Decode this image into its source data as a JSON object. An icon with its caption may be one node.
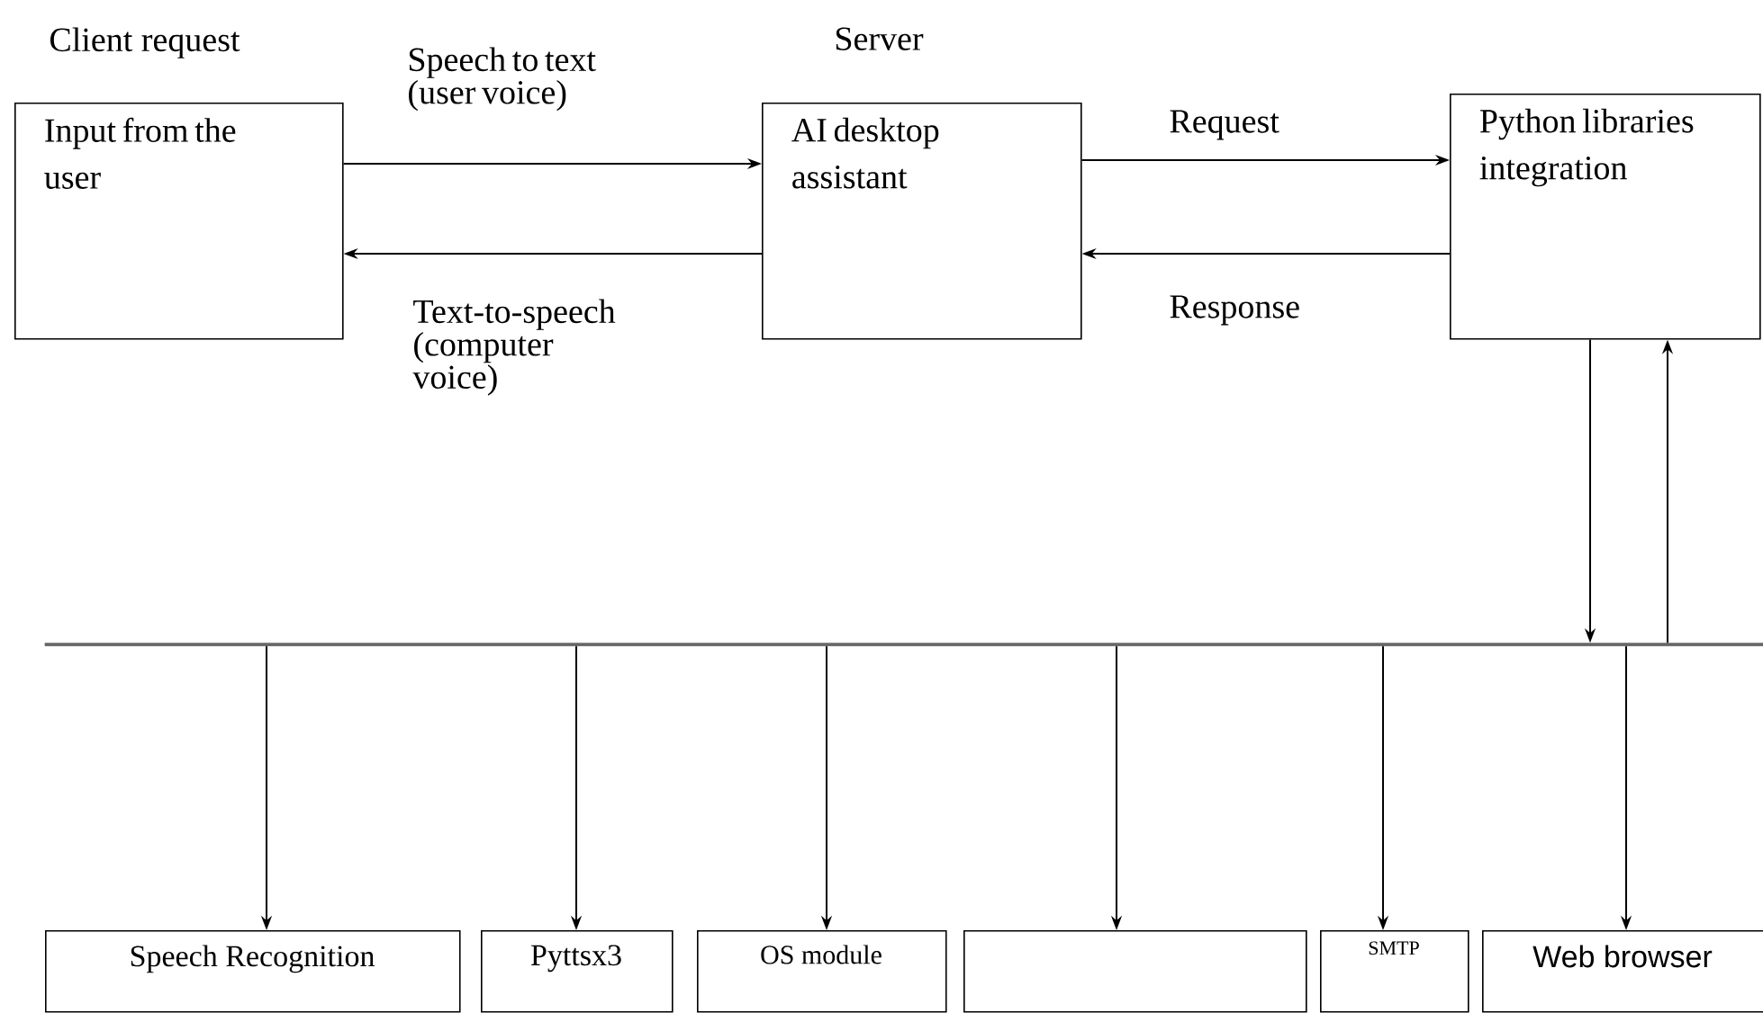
{
  "diagram": {
    "nodes": [
      {
        "text": [
          "Input from the user"
        ],
        "beside": [
          "Client request"
        ]
      },
      {
        "text": [
          "AI desktop assistant"
        ],
        "beside": [
          "Server"
        ]
      },
      {
        "text": [
          "Python libraries integration"
        ]
      },
      {
        "text": [],
        "shape": "bar"
      },
      {
        "text": [
          "Speech Recognition"
        ]
      },
      {
        "text": [
          "Pyttsx3"
        ]
      },
      {
        "text": [
          "OS module"
        ]
      },
      {
        "text": [],
        "shape": "box"
      },
      {
        "text": [
          "SMTP"
        ]
      },
      {
        "text": [
          "Web browser"
        ]
      }
    ],
    "edges": [
      {
        "from": 0,
        "to": 1,
        "arrow": "to",
        "label": "Speech to text (user voice)"
      },
      {
        "from": 1,
        "to": 0,
        "arrow": "to",
        "label": "Text-to-speech (computer voice)"
      },
      {
        "from": 1,
        "to": 2,
        "arrow": "to",
        "label": "Request"
      },
      {
        "from": 2,
        "to": 1,
        "arrow": "to",
        "label": "Response"
      },
      {
        "from": 2,
        "to": 3,
        "arrow": "to"
      },
      {
        "from": 3,
        "to": 2,
        "arrow": "to"
      },
      {
        "from": 3,
        "to": 4,
        "arrow": "to"
      },
      {
        "from": 3,
        "to": 5,
        "arrow": "to"
      },
      {
        "from": 3,
        "to": 6,
        "arrow": "to"
      },
      {
        "from": 3,
        "to": 7,
        "arrow": "to"
      },
      {
        "from": 3,
        "to": 8,
        "arrow": "to"
      },
      {
        "from": 3,
        "to": 9,
        "arrow": "to"
      }
    ]
  }
}
